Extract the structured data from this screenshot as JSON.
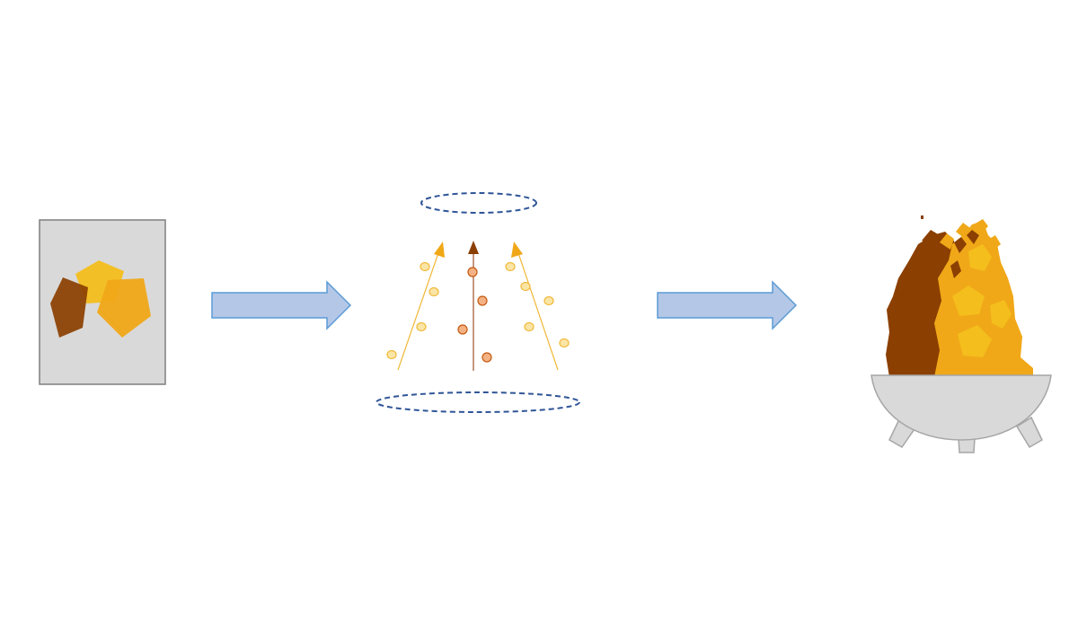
{
  "diagram": {
    "stages": [
      {
        "id": "source-card",
        "icon": "pentagon-shapes-icon"
      },
      {
        "id": "particle-flow",
        "icon": "rising-particles-icon"
      },
      {
        "id": "flame-bowl",
        "icon": "fire-bowl-icon"
      }
    ],
    "arrows": [
      {
        "from": "source-card",
        "to": "particle-flow",
        "icon": "right-arrow-icon"
      },
      {
        "from": "particle-flow",
        "to": "flame-bowl",
        "icon": "right-arrow-icon"
      }
    ],
    "colors": {
      "dark_brown": "#8B3F00",
      "light_yellow": "#F4BE1C",
      "orange": "#F0A818",
      "card_fill": "#D9D9D9",
      "card_border": "#7F7F7F",
      "arrow_fill": "#B4C7E7",
      "arrow_border": "#5B9BD5",
      "ring_color": "#2F5597",
      "bowl_fill": "#D9D9D9",
      "bowl_border": "#A6A6A6",
      "particle_light_fill": "#FBE5A6",
      "particle_light_stroke": "#F0B838",
      "particle_dark_fill": "#F4B183",
      "particle_dark_stroke": "#C55A11"
    }
  }
}
